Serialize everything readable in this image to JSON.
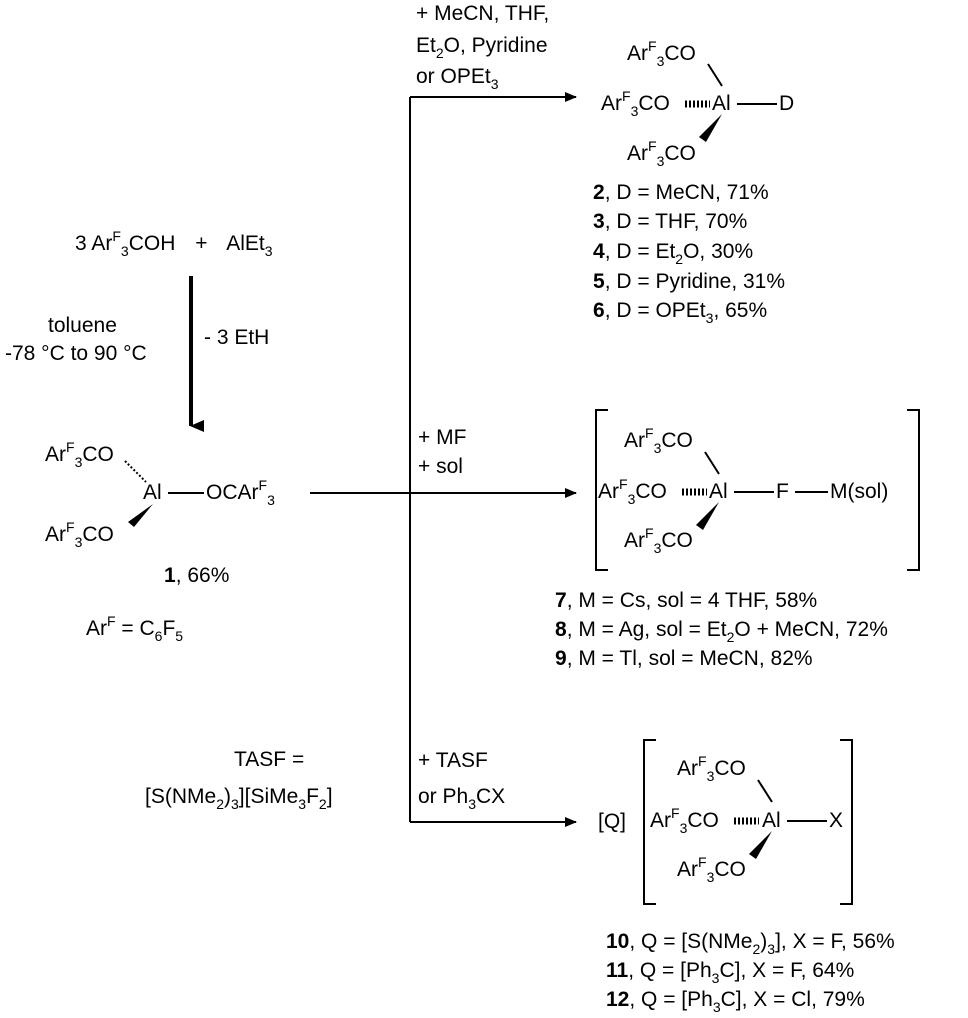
{
  "reactants": {
    "pre": "3 Ar",
    "sup": "F",
    "sub3": "3",
    "post": "COH",
    "plus": "+",
    "reagent_pre": "AlEt",
    "reagent_sub": "3"
  },
  "conditions": {
    "solvent": "toluene",
    "temperature": "-78 °C to 90 °C",
    "byproduct": "- 3 EtH"
  },
  "arf_definition": {
    "lhs": "Ar",
    "sup": "F",
    "eq": " = C",
    "sub6": "6",
    "f": "F",
    "sub5": "5"
  },
  "compound1": {
    "ligand_ar": "Ar",
    "ligand_sup": "F",
    "ligand_sub": "3",
    "ligand_co": "CO",
    "al": "Al",
    "oc": "OCAr",
    "oc_sup": "F",
    "oc_sub": "3",
    "number": "1",
    "yield": ", 66%"
  },
  "tasf_definition": {
    "label": "TASF =",
    "formula_a": "[S(NMe",
    "sub2": "2",
    "formula_b": ")",
    "sub3": "3",
    "formula_c": "][SiMe",
    "sub3b": "3",
    "formula_d": "F",
    "sub2b": "2",
    "formula_e": "]"
  },
  "branch_top": {
    "line1": "+ MeCN, THF,",
    "line2_a": "Et",
    "line2_sub": "2",
    "line2_b": "O, Pyridine",
    "line3_a": "or OPEt",
    "line3_sub": "3",
    "donor": "D",
    "products": [
      {
        "number": "2",
        "text": ", D = MeCN, 71%"
      },
      {
        "number": "3",
        "text": ", D = THF, 70%"
      },
      {
        "number": "4",
        "text_a": ", D = Et",
        "sub": "2",
        "text_b": "O, 30%"
      },
      {
        "number": "5",
        "text": ", D = Pyridine, 31%"
      },
      {
        "number": "6",
        "text_a": ", D = OPEt",
        "sub": "3",
        "text_b": ", 65%"
      }
    ]
  },
  "branch_middle": {
    "line1": "+ MF",
    "line2": "+ sol",
    "f": "F",
    "msol": "M(sol)",
    "products": [
      {
        "number": "7",
        "text": ", M = Cs, sol = 4 THF, 58%"
      },
      {
        "number": "8",
        "text_a": ", M = Ag, sol = Et",
        "sub": "2",
        "text_b": "O + MeCN, 72%"
      },
      {
        "number": "9",
        "text": ", M = Tl, sol = MeCN, 82%"
      }
    ]
  },
  "branch_bottom": {
    "line1": "+ TASF",
    "line2_a": "or Ph",
    "line2_sub": "3",
    "line2_b": "CX",
    "q": "[Q]",
    "x": "X",
    "products": [
      {
        "number": "10",
        "text_a": ", Q = [S(NMe",
        "sub1": "2",
        "text_b": ")",
        "sub2": "3",
        "text_c": "], X = F, 56%"
      },
      {
        "number": "11",
        "text_a": ", Q = [Ph",
        "sub1": "3",
        "text_b": "C], X = F, 64%"
      },
      {
        "number": "12",
        "text_a": ", Q = [Ph",
        "sub1": "3",
        "text_b": "C], X = Cl, 79%"
      }
    ]
  }
}
